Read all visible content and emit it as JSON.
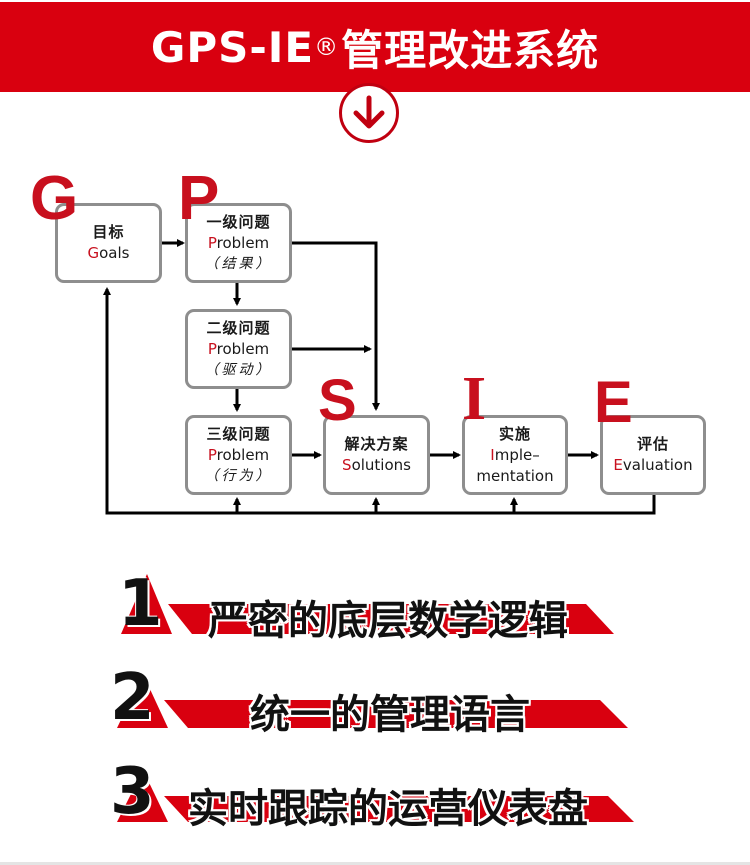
{
  "header": {
    "title_prefix": "GPS-IE",
    "registered_mark": "®",
    "title_suffix": "管理改进系统",
    "down_arrow_icon": "arrow-down-circle-icon",
    "band_color": "#d9000f"
  },
  "diagram": {
    "accent_color": "#c8101e",
    "border_color": "#8e8e8e",
    "big_letters": [
      "G",
      "P",
      "S",
      "I",
      "E"
    ],
    "boxes": {
      "goals": {
        "cn": "目标",
        "en_initial": "G",
        "en_rest": "oals"
      },
      "problem1": {
        "cn": "一级问题",
        "en_initial": "P",
        "en_rest": "roblem",
        "sub": "（结果）"
      },
      "problem2": {
        "cn": "二级问题",
        "en_initial": "P",
        "en_rest": "roblem",
        "sub": "（驱动）"
      },
      "problem3": {
        "cn": "三级问题",
        "en_initial": "P",
        "en_rest": "roblem",
        "sub": "（行为）"
      },
      "solutions": {
        "cn": "解决方案",
        "en_initial": "S",
        "en_rest": "olutions"
      },
      "implementation": {
        "cn": "实施",
        "en_initial": "I",
        "en_rest": "mple–",
        "en_line2": "mentation"
      },
      "evaluation": {
        "cn": "评估",
        "en_initial": "E",
        "en_rest": "valuation"
      }
    }
  },
  "banners": [
    {
      "number": "1",
      "text": "严密的底层数学逻辑"
    },
    {
      "number": "2",
      "text": "统一的管理语言"
    },
    {
      "number": "3",
      "text": "实时跟踪的运营仪表盘"
    }
  ]
}
